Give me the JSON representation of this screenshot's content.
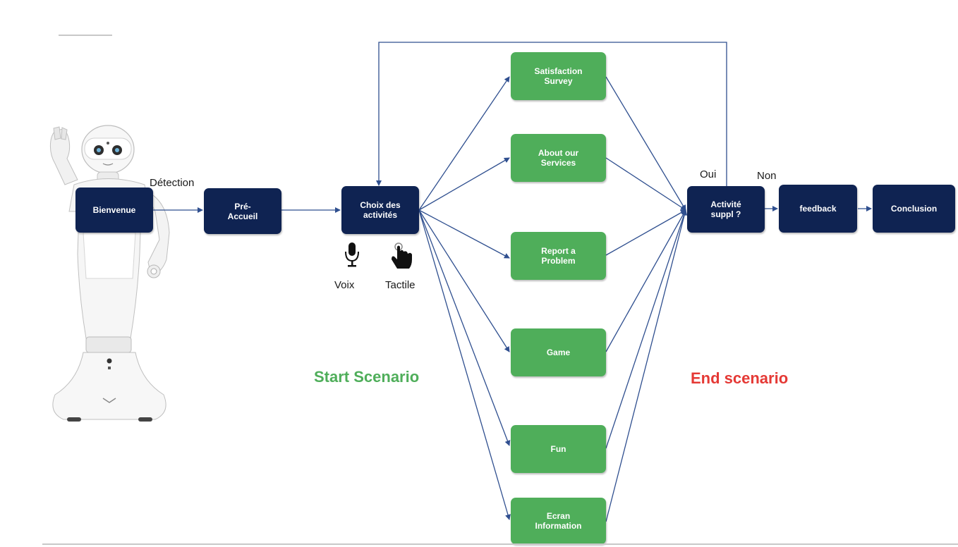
{
  "nodes": {
    "bienvenue": "Bienvenue",
    "pre_accueil": "Pré-\nAccueil",
    "choix": "Choix des\nactivités",
    "satisfaction": "Satisfaction\nSurvey",
    "about": "About our\nServices",
    "report": "Report a\nProblem",
    "game": "Game",
    "fun": "Fun",
    "ecran": "Ecran\nInformation",
    "activite": "Activité\nsuppl ?",
    "feedback": "feedback",
    "conclusion": "Conclusion"
  },
  "labels": {
    "detection": "Détection",
    "voix": "Voix",
    "tactile": "Tactile",
    "oui": "Oui",
    "non": "Non",
    "start_scenario": "Start Scenario",
    "end_scenario": "End scenario"
  },
  "colors": {
    "dark_node": "#0f2352",
    "green_node": "#4fae5a",
    "arrow": "#2f4f8f",
    "start_text": "#4fae5a",
    "end_text": "#e53935"
  },
  "icons": {
    "robot": "pepper-robot-image",
    "voice": "microphone-icon",
    "touch": "hand-pointer-icon"
  }
}
